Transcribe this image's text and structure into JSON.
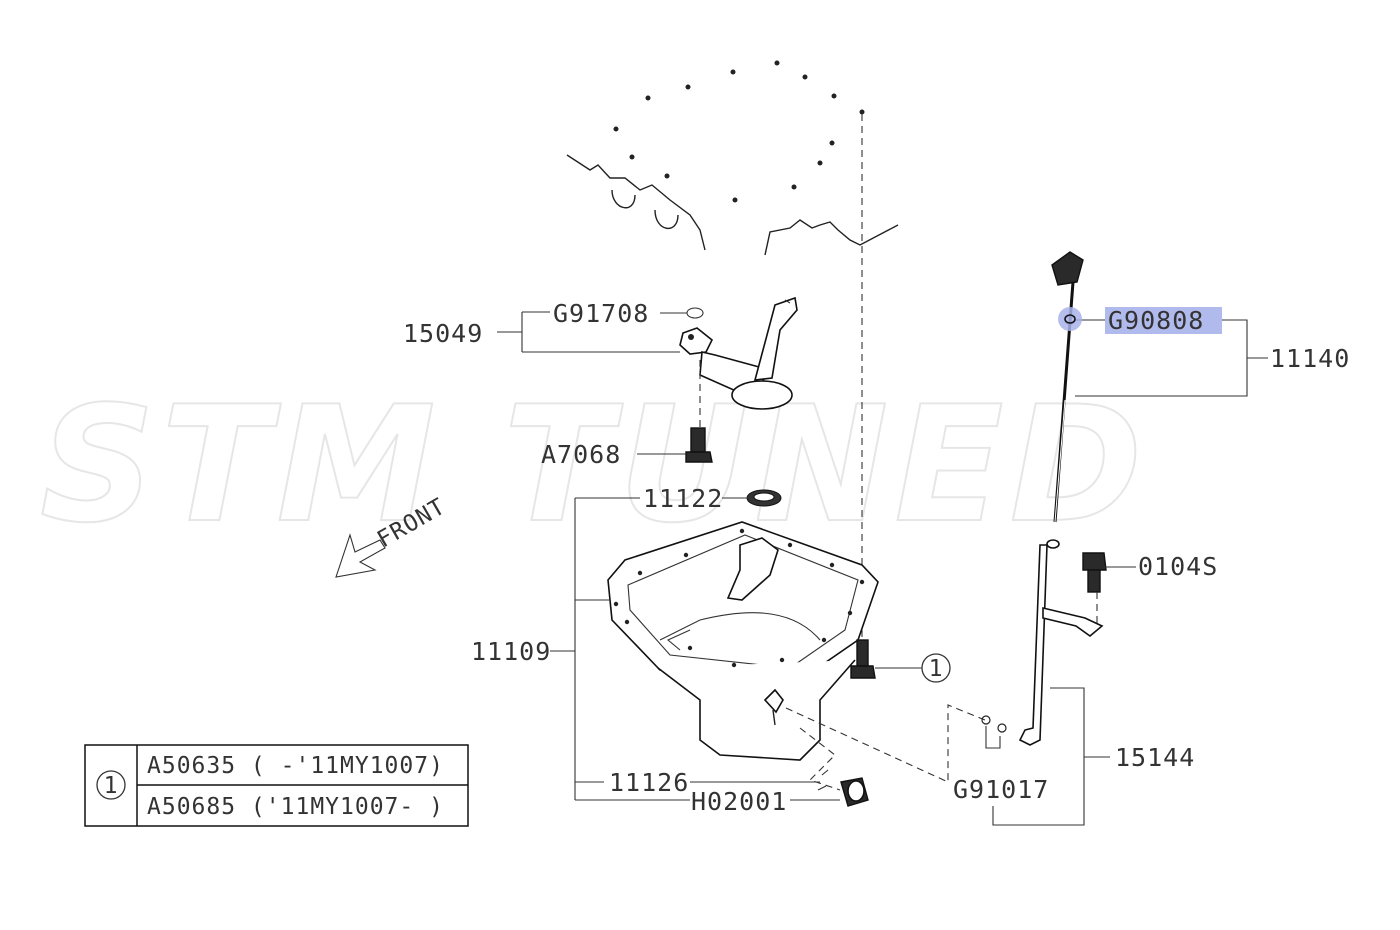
{
  "watermark": "STM TUNED",
  "direction_label": "FRONT",
  "labels": {
    "p15049": "15049",
    "g91708": "G91708",
    "a7068": "A7068",
    "p11122": "11122",
    "p11109": "11109",
    "p11126": "11126",
    "h02001": "H02001",
    "g90808": "G90808",
    "p11140": "11140",
    "p0104s": "0104S",
    "p15144": "15144",
    "g91017": "G91017",
    "ref1": "1"
  },
  "highlight": {
    "part": "G90808",
    "color": "#a9b3ea"
  },
  "legend": {
    "ref": "1",
    "rows": [
      "A50635 ( -'11MY1007)",
      "A50685 ('11MY1007- )"
    ]
  }
}
